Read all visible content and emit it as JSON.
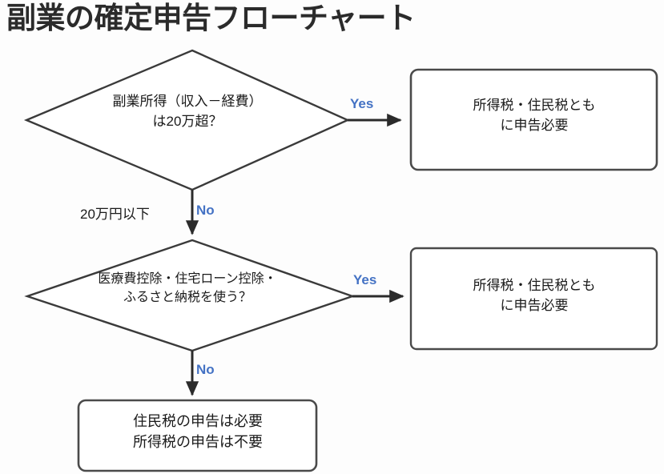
{
  "title": "副業の確定申告フローチャート",
  "colors": {
    "accent_blue": "#4472C4",
    "stroke": "#3A3A3A",
    "text": "#1A1A1A",
    "background": "#FDFDFD"
  },
  "chart_data": {
    "type": "diagram",
    "title": "副業の確定申告フローチャート",
    "nodes": [
      {
        "id": "decision1",
        "shape": "diamond",
        "text": "副業所得（収入－経費）\nは20万超？"
      },
      {
        "id": "result1",
        "shape": "rounded-rect",
        "text": "所得税・住民税とも\nに申告必要"
      },
      {
        "id": "decision2",
        "shape": "diamond",
        "text": "医療費控除・住宅ローン控除・\nふるさと納税を使う？"
      },
      {
        "id": "result2",
        "shape": "rounded-rect",
        "text": "所得税・住民税とも\nに申告必要"
      },
      {
        "id": "result3",
        "shape": "rounded-rect",
        "text": "住民税の申告は必要\n所得税の申告は不要"
      }
    ],
    "edges": [
      {
        "from": "decision1",
        "to": "result1",
        "label": "Yes",
        "direction": "right"
      },
      {
        "from": "decision1",
        "to": "decision2",
        "label": "No",
        "sublabel": "20万円以下",
        "direction": "down"
      },
      {
        "from": "decision2",
        "to": "result2",
        "label": "Yes",
        "direction": "right"
      },
      {
        "from": "decision2",
        "to": "result3",
        "label": "No",
        "direction": "down"
      }
    ]
  },
  "nodes": {
    "decision1": {
      "text": "副業所得（収入－経費）\nは20万超？"
    },
    "result1": {
      "text": "所得税・住民税とも\nに申告必要"
    },
    "decision2": {
      "text": "医療費控除・住宅ローン控除・\nふるさと納税を使う？"
    },
    "result2": {
      "text": "所得税・住民税とも\nに申告必要"
    },
    "result3": {
      "text": "住民税の申告は必要\n所得税の申告は不要"
    }
  },
  "labels": {
    "yes1": "Yes",
    "no1": "No",
    "under_threshold": "20万円以下",
    "yes2": "Yes",
    "no2": "No"
  }
}
